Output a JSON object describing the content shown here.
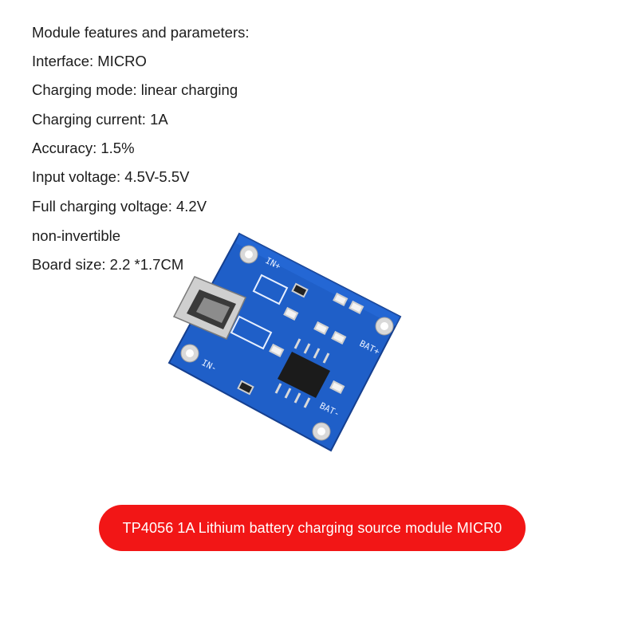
{
  "specs": {
    "heading": "Module features and parameters:",
    "lines": [
      "Interface: MICRO",
      "Charging mode: linear charging",
      "Charging current: 1A",
      "Accuracy: 1.5%",
      "Input voltage: 4.5V-5.5V",
      "Full charging voltage: 4.2V",
      "non-invertible",
      "Board size: 2.2 *1.7CM"
    ]
  },
  "board": {
    "labels": {
      "in_plus": "IN+",
      "in_minus": "IN-",
      "bat_plus": "BAT+",
      "bat_minus": "BAT-"
    },
    "colors": {
      "pcb": "#1f5fc8",
      "pcb_dark": "#153f8f",
      "silkscreen": "#e8f0ff",
      "pad": "#d9d9d9",
      "chip": "#1b1b1b"
    }
  },
  "banner": {
    "title": "TP4056 1A Lithium battery charging source module MICR0",
    "color": "#f21616"
  }
}
